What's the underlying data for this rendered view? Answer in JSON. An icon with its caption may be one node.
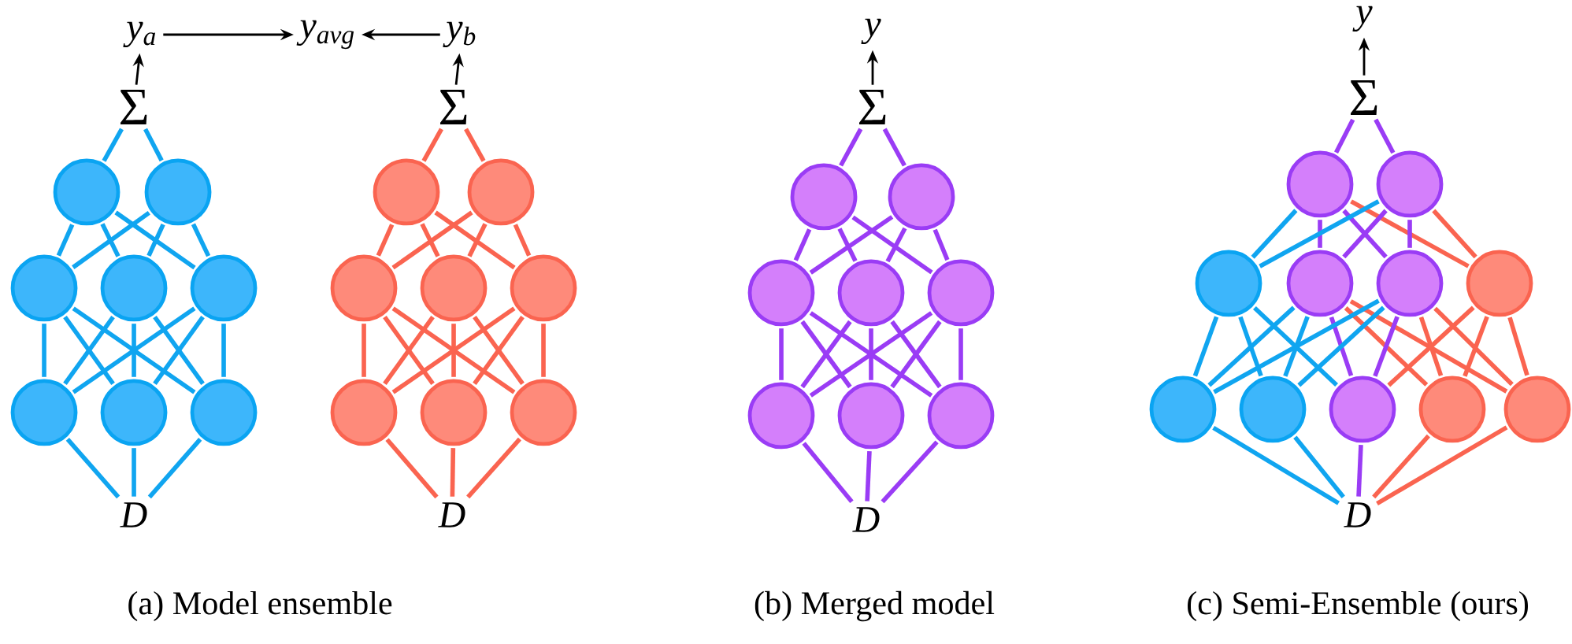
{
  "diagram": {
    "nodes": [
      {
        "text": [
          "y$_{a}$"
        ]
      },
      {
        "text": [
          "y$_{avg}$"
        ]
      },
      {
        "text": [
          "y$_{b}$"
        ]
      },
      {
        "text": [
          "Σ"
        ]
      },
      {
        "text": [],
        "shape": "circle"
      },
      {
        "text": [],
        "shape": "circle"
      },
      {
        "text": [],
        "shape": "circle"
      },
      {
        "text": [],
        "shape": "circle"
      },
      {
        "text": [],
        "shape": "circle"
      },
      {
        "text": [],
        "shape": "circle"
      },
      {
        "text": [],
        "shape": "circle"
      },
      {
        "text": [],
        "shape": "circle"
      },
      {
        "text": [
          "D"
        ]
      },
      {
        "text": [
          "Σ"
        ]
      },
      {
        "text": [],
        "shape": "circle"
      },
      {
        "text": [],
        "shape": "circle"
      },
      {
        "text": [],
        "shape": "circle"
      },
      {
        "text": [],
        "shape": "circle"
      },
      {
        "text": [],
        "shape": "circle"
      },
      {
        "text": [],
        "shape": "circle"
      },
      {
        "text": [],
        "shape": "circle"
      },
      {
        "text": [],
        "shape": "circle"
      },
      {
        "text": [
          "D"
        ]
      },
      {
        "text": [
          "y"
        ]
      },
      {
        "text": [
          "Σ"
        ]
      },
      {
        "text": [],
        "shape": "circle"
      },
      {
        "text": [],
        "shape": "circle"
      },
      {
        "text": [],
        "shape": "circle"
      },
      {
        "text": [],
        "shape": "circle"
      },
      {
        "text": [],
        "shape": "circle"
      },
      {
        "text": [],
        "shape": "circle"
      },
      {
        "text": [],
        "shape": "circle"
      },
      {
        "text": [],
        "shape": "circle"
      },
      {
        "text": [
          "D"
        ]
      },
      {
        "text": [
          "y"
        ]
      },
      {
        "text": [
          "Σ"
        ]
      },
      {
        "text": [],
        "shape": "circle"
      },
      {
        "text": [],
        "shape": "circle"
      },
      {
        "text": [],
        "shape": "circle"
      },
      {
        "text": [],
        "shape": "circle"
      },
      {
        "text": [],
        "shape": "circle"
      },
      {
        "text": [],
        "shape": "circle"
      },
      {
        "text": [],
        "shape": "circle"
      },
      {
        "text": [],
        "shape": "circle"
      },
      {
        "text": [],
        "shape": "circle"
      },
      {
        "text": [],
        "shape": "circle"
      },
      {
        "text": [],
        "shape": "circle"
      },
      {
        "text": [
          "D"
        ]
      }
    ],
    "edges": [
      {
        "from": 0,
        "to": 1,
        "arrow": "to",
        "color": "#000000"
      },
      {
        "from": 2,
        "to": 1,
        "arrow": "to",
        "color": "#000000"
      },
      {
        "from": 3,
        "to": 0,
        "arrow": "to",
        "color": "#000000"
      },
      {
        "from": 13,
        "to": 2,
        "arrow": "to",
        "color": "#000000"
      },
      {
        "from": 24,
        "to": 23,
        "arrow": "to",
        "color": "#000000"
      },
      {
        "from": 35,
        "to": 34,
        "arrow": "to",
        "color": "#000000"
      },
      {
        "from": 3,
        "to": 4,
        "arrow": "none",
        "color": "#10a5f0"
      },
      {
        "from": 3,
        "to": 5,
        "arrow": "none",
        "color": "#10a5f0"
      },
      {
        "from": 4,
        "to": 6,
        "arrow": "none",
        "color": "#10a5f0"
      },
      {
        "from": 4,
        "to": 7,
        "arrow": "none",
        "color": "#10a5f0"
      },
      {
        "from": 4,
        "to": 8,
        "arrow": "none",
        "color": "#10a5f0"
      },
      {
        "from": 5,
        "to": 6,
        "arrow": "none",
        "color": "#10a5f0"
      },
      {
        "from": 5,
        "to": 7,
        "arrow": "none",
        "color": "#10a5f0"
      },
      {
        "from": 5,
        "to": 8,
        "arrow": "none",
        "color": "#10a5f0"
      },
      {
        "from": 6,
        "to": 9,
        "arrow": "none",
        "color": "#10a5f0"
      },
      {
        "from": 6,
        "to": 10,
        "arrow": "none",
        "color": "#10a5f0"
      },
      {
        "from": 6,
        "to": 11,
        "arrow": "none",
        "color": "#10a5f0"
      },
      {
        "from": 7,
        "to": 9,
        "arrow": "none",
        "color": "#10a5f0"
      },
      {
        "from": 7,
        "to": 10,
        "arrow": "none",
        "color": "#10a5f0"
      },
      {
        "from": 7,
        "to": 11,
        "arrow": "none",
        "color": "#10a5f0"
      },
      {
        "from": 8,
        "to": 9,
        "arrow": "none",
        "color": "#10a5f0"
      },
      {
        "from": 8,
        "to": 10,
        "arrow": "none",
        "color": "#10a5f0"
      },
      {
        "from": 8,
        "to": 11,
        "arrow": "none",
        "color": "#10a5f0"
      },
      {
        "from": 9,
        "to": 12,
        "arrow": "none",
        "color": "#10a5f0"
      },
      {
        "from": 10,
        "to": 12,
        "arrow": "none",
        "color": "#10a5f0"
      },
      {
        "from": 11,
        "to": 12,
        "arrow": "none",
        "color": "#10a5f0"
      },
      {
        "from": 13,
        "to": 14,
        "arrow": "none",
        "color": "#fa6450"
      },
      {
        "from": 13,
        "to": 15,
        "arrow": "none",
        "color": "#fa6450"
      },
      {
        "from": 14,
        "to": 16,
        "arrow": "none",
        "color": "#fa6450"
      },
      {
        "from": 14,
        "to": 17,
        "arrow": "none",
        "color": "#fa6450"
      },
      {
        "from": 14,
        "to": 18,
        "arrow": "none",
        "color": "#fa6450"
      },
      {
        "from": 15,
        "to": 16,
        "arrow": "none",
        "color": "#fa6450"
      },
      {
        "from": 15,
        "to": 17,
        "arrow": "none",
        "color": "#fa6450"
      },
      {
        "from": 15,
        "to": 18,
        "arrow": "none",
        "color": "#fa6450"
      },
      {
        "from": 16,
        "to": 19,
        "arrow": "none",
        "color": "#fa6450"
      },
      {
        "from": 16,
        "to": 20,
        "arrow": "none",
        "color": "#fa6450"
      },
      {
        "from": 16,
        "to": 21,
        "arrow": "none",
        "color": "#fa6450"
      },
      {
        "from": 17,
        "to": 19,
        "arrow": "none",
        "color": "#fa6450"
      },
      {
        "from": 17,
        "to": 20,
        "arrow": "none",
        "color": "#fa6450"
      },
      {
        "from": 17,
        "to": 21,
        "arrow": "none",
        "color": "#fa6450"
      },
      {
        "from": 18,
        "to": 19,
        "arrow": "none",
        "color": "#fa6450"
      },
      {
        "from": 18,
        "to": 20,
        "arrow": "none",
        "color": "#fa6450"
      },
      {
        "from": 18,
        "to": 21,
        "arrow": "none",
        "color": "#fa6450"
      },
      {
        "from": 19,
        "to": 22,
        "arrow": "none",
        "color": "#fa6450"
      },
      {
        "from": 20,
        "to": 22,
        "arrow": "none",
        "color": "#fa6450"
      },
      {
        "from": 21,
        "to": 22,
        "arrow": "none",
        "color": "#fa6450"
      },
      {
        "from": 24,
        "to": 25,
        "arrow": "none",
        "color": "#9a3cf5"
      },
      {
        "from": 24,
        "to": 26,
        "arrow": "none",
        "color": "#9a3cf5"
      },
      {
        "from": 25,
        "to": 27,
        "arrow": "none",
        "color": "#9a3cf5"
      },
      {
        "from": 25,
        "to": 28,
        "arrow": "none",
        "color": "#9a3cf5"
      },
      {
        "from": 25,
        "to": 29,
        "arrow": "none",
        "color": "#9a3cf5"
      },
      {
        "from": 26,
        "to": 27,
        "arrow": "none",
        "color": "#9a3cf5"
      },
      {
        "from": 26,
        "to": 28,
        "arrow": "none",
        "color": "#9a3cf5"
      },
      {
        "from": 26,
        "to": 29,
        "arrow": "none",
        "color": "#9a3cf5"
      },
      {
        "from": 27,
        "to": 30,
        "arrow": "none",
        "color": "#9a3cf5"
      },
      {
        "from": 27,
        "to": 31,
        "arrow": "none",
        "color": "#9a3cf5"
      },
      {
        "from": 27,
        "to": 32,
        "arrow": "none",
        "color": "#9a3cf5"
      },
      {
        "from": 28,
        "to": 30,
        "arrow": "none",
        "color": "#9a3cf5"
      },
      {
        "from": 28,
        "to": 31,
        "arrow": "none",
        "color": "#9a3cf5"
      },
      {
        "from": 28,
        "to": 32,
        "arrow": "none",
        "color": "#9a3cf5"
      },
      {
        "from": 29,
        "to": 30,
        "arrow": "none",
        "color": "#9a3cf5"
      },
      {
        "from": 29,
        "to": 31,
        "arrow": "none",
        "color": "#9a3cf5"
      },
      {
        "from": 29,
        "to": 32,
        "arrow": "none",
        "color": "#9a3cf5"
      },
      {
        "from": 30,
        "to": 33,
        "arrow": "none",
        "color": "#9a3cf5"
      },
      {
        "from": 31,
        "to": 33,
        "arrow": "none",
        "color": "#9a3cf5"
      },
      {
        "from": 32,
        "to": 33,
        "arrow": "none",
        "color": "#9a3cf5"
      },
      {
        "from": 35,
        "to": 36,
        "arrow": "none",
        "color": "#9a3cf5"
      },
      {
        "from": 35,
        "to": 37,
        "arrow": "none",
        "color": "#9a3cf5"
      },
      {
        "from": 36,
        "to": 38,
        "arrow": "none",
        "color": "#10a5f0"
      },
      {
        "from": 36,
        "to": 39,
        "arrow": "none",
        "color": "#9a3cf5"
      },
      {
        "from": 36,
        "to": 40,
        "arrow": "none",
        "color": "#9a3cf5"
      },
      {
        "from": 36,
        "to": 41,
        "arrow": "none",
        "color": "#fa6450"
      },
      {
        "from": 37,
        "to": 38,
        "arrow": "none",
        "color": "#10a5f0"
      },
      {
        "from": 37,
        "to": 39,
        "arrow": "none",
        "color": "#9a3cf5"
      },
      {
        "from": 37,
        "to": 40,
        "arrow": "none",
        "color": "#9a3cf5"
      },
      {
        "from": 37,
        "to": 41,
        "arrow": "none",
        "color": "#fa6450"
      },
      {
        "from": 38,
        "to": 42,
        "arrow": "none",
        "color": "#10a5f0"
      },
      {
        "from": 38,
        "to": 43,
        "arrow": "none",
        "color": "#10a5f0"
      },
      {
        "from": 38,
        "to": 44,
        "arrow": "none",
        "color": "#10a5f0"
      },
      {
        "from": 39,
        "to": 42,
        "arrow": "none",
        "color": "#10a5f0"
      },
      {
        "from": 39,
        "to": 43,
        "arrow": "none",
        "color": "#10a5f0"
      },
      {
        "from": 39,
        "to": 44,
        "arrow": "none",
        "color": "#9a3cf5"
      },
      {
        "from": 39,
        "to": 45,
        "arrow": "none",
        "color": "#fa6450"
      },
      {
        "from": 39,
        "to": 46,
        "arrow": "none",
        "color": "#fa6450"
      },
      {
        "from": 40,
        "to": 42,
        "arrow": "none",
        "color": "#10a5f0"
      },
      {
        "from": 40,
        "to": 43,
        "arrow": "none",
        "color": "#10a5f0"
      },
      {
        "from": 40,
        "to": 44,
        "arrow": "none",
        "color": "#9a3cf5"
      },
      {
        "from": 40,
        "to": 45,
        "arrow": "none",
        "color": "#fa6450"
      },
      {
        "from": 40,
        "to": 46,
        "arrow": "none",
        "color": "#fa6450"
      },
      {
        "from": 41,
        "to": 44,
        "arrow": "none",
        "color": "#fa6450"
      },
      {
        "from": 41,
        "to": 45,
        "arrow": "none",
        "color": "#fa6450"
      },
      {
        "from": 41,
        "to": 46,
        "arrow": "none",
        "color": "#fa6450"
      },
      {
        "from": 42,
        "to": 47,
        "arrow": "none",
        "color": "#10a5f0"
      },
      {
        "from": 43,
        "to": 47,
        "arrow": "none",
        "color": "#10a5f0"
      },
      {
        "from": 44,
        "to": 47,
        "arrow": "none",
        "color": "#9a3cf5"
      },
      {
        "from": 45,
        "to": 47,
        "arrow": "none",
        "color": "#fa6450"
      },
      {
        "from": 46,
        "to": 47,
        "arrow": "none",
        "color": "#fa6450"
      }
    ],
    "labels": [
      "(a) Model ensemble",
      "(b) Merged model",
      "(c) Semi-Ensemble (ours)"
    ]
  }
}
